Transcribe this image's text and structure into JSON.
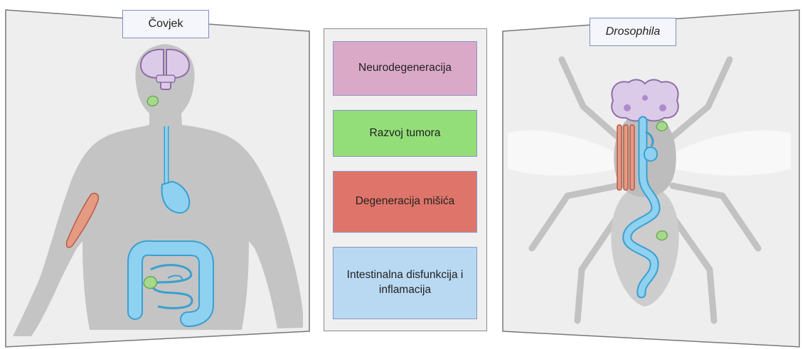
{
  "left_panel": {
    "title": "Čovjek"
  },
  "right_panel": {
    "title": "Drosophila"
  },
  "categories": [
    {
      "label": "Neurodegeneracija",
      "color": "#dba9c8"
    },
    {
      "label": "Razvoj tumora",
      "color": "#93de78"
    },
    {
      "label": "Degeneracija mišića",
      "color": "#df756a"
    },
    {
      "label": "Intestinalna disfunkcija i inflamacija",
      "color": "#b9d9f2"
    }
  ],
  "colors": {
    "panel_bg": "#eeeeee",
    "silhouette": "#c4c4c4",
    "brain": "#dccbe8",
    "brain_outline": "#8e6ea6",
    "gut": "#8fd1f0",
    "gut_outline": "#3aa0d0",
    "muscle": "#e59a82",
    "tumor": "#a8d88e"
  }
}
